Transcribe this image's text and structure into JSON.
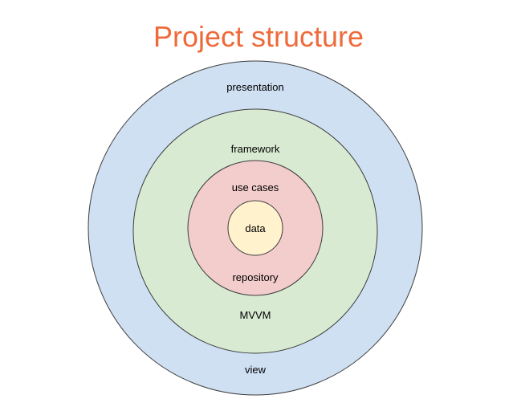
{
  "title": "Project structure",
  "colors": {
    "title": "#ee6a3a",
    "ring_stroke": "#3c3c3c",
    "presentation_fill": "#cfe0f3",
    "framework_fill": "#d9ead3",
    "use_cases_fill": "#f3cccc",
    "data_fill": "#fff2cc"
  },
  "layers": {
    "presentation": {
      "top_label": "presentation",
      "bottom_label": "view"
    },
    "framework": {
      "top_label": "framework",
      "bottom_label": "MVVM"
    },
    "use_cases": {
      "top_label": "use cases",
      "bottom_label": "repository"
    },
    "data": {
      "label": "data"
    }
  }
}
